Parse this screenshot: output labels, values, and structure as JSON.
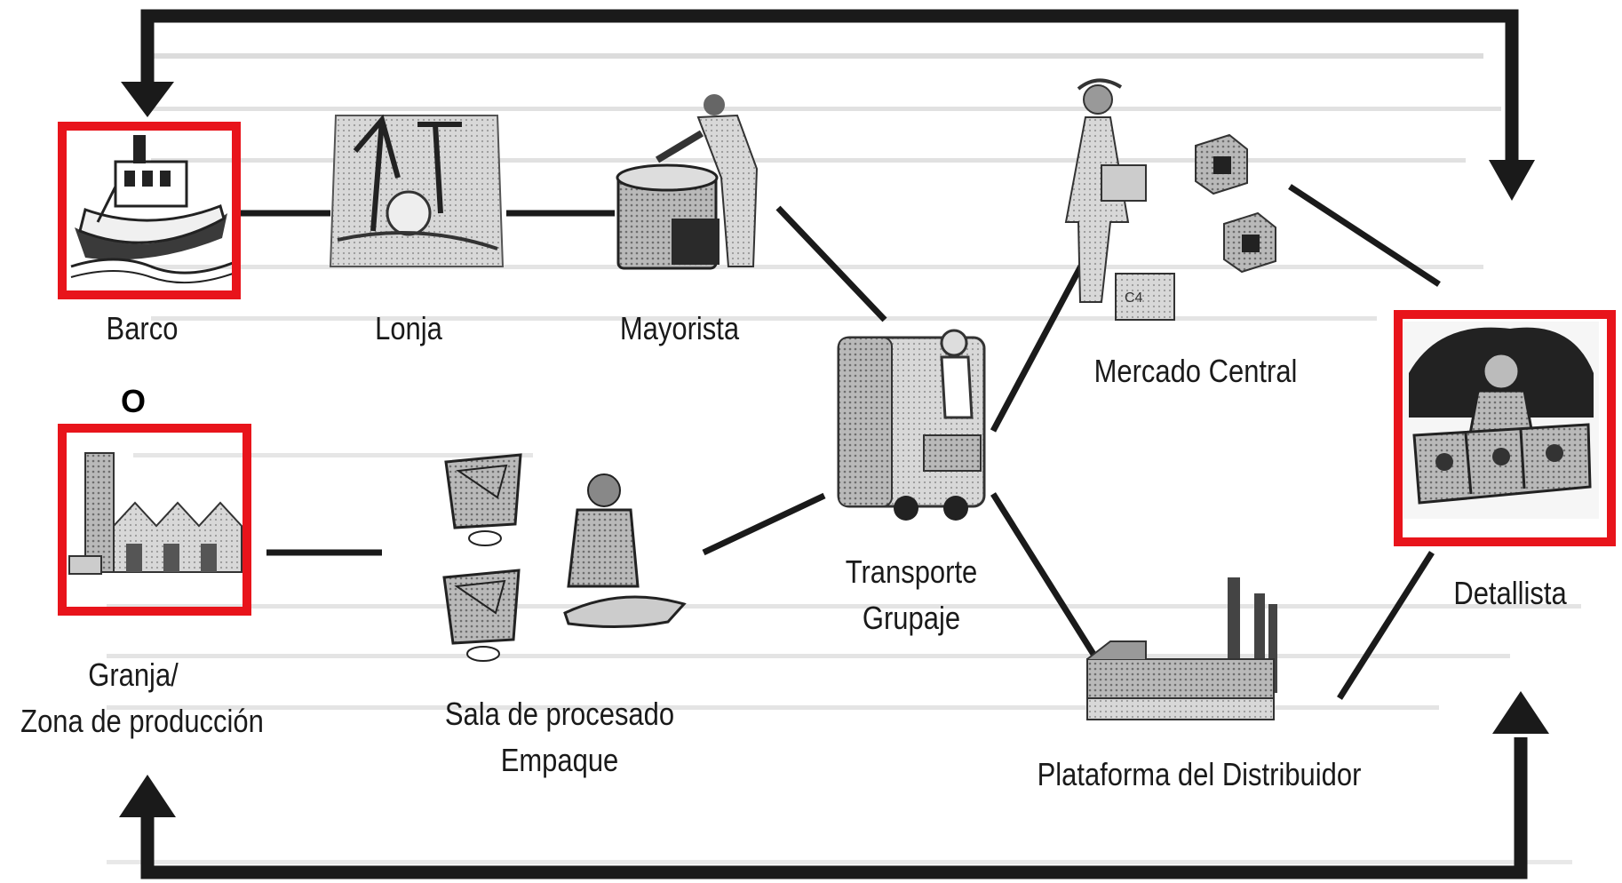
{
  "nodes": {
    "barco": "Barco",
    "lonja": "Lonja",
    "mayorista": "Mayorista",
    "mercado_central": "Mercado Central",
    "detallista": "Detallista",
    "transporte": [
      "Transporte",
      "Grupaje"
    ],
    "granja": [
      "Granja/",
      "Zona de producción"
    ],
    "sala": [
      "Sala de procesado",
      "Empaque"
    ],
    "plataforma": "Plataforma del Distribuidor"
  },
  "or_label": "O",
  "colors": {
    "highlight": "#e8141b",
    "ink": "#1a1a1a",
    "ghost_text": "#c9c9c9"
  }
}
